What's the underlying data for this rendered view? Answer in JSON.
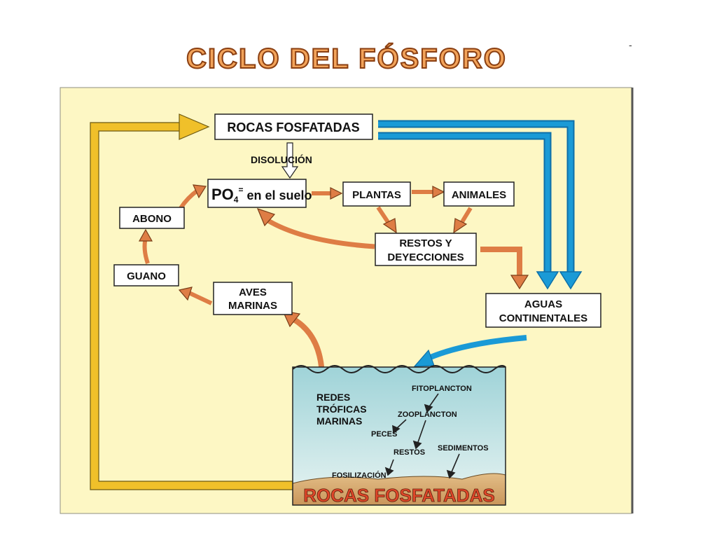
{
  "title": "CICLO DEL FÓSFORO",
  "corner_mark": "-",
  "boxes": {
    "rocas_top": "ROCAS FOSFATADAS",
    "po4_main": "PO",
    "po4_sub": "4",
    "po4_sup": "=",
    "po4_rest": " en el suelo",
    "plantas": "PLANTAS",
    "animales": "ANIMALES",
    "restos_1": "RESTOS Y",
    "restos_2": "DEYECCIONES",
    "abono": "ABONO",
    "guano": "GUANO",
    "aves_1": "AVES",
    "aves_2": "MARINAS",
    "aguas_1": "AGUAS",
    "aguas_2": "CONTINENTALES"
  },
  "labels": {
    "disolucion": "DISOLUCIÓN"
  },
  "sea": {
    "redes_1": "REDES",
    "redes_2": "TRÓFICAS",
    "redes_3": "MARINAS",
    "fitoplancton": "FITOPLANCTON",
    "zooplancton": "ZOOPLANCTON",
    "peces": "PECES",
    "restos": "RESTOS",
    "sedimentos": "SEDIMENTOS",
    "fosilizacion": "FOSILIZACIÓN",
    "rocas_bottom": "ROCAS FOSFATADAS"
  },
  "colors": {
    "panel_bg": "#fdf7c4",
    "yellow_arrow": "#f0c02a",
    "orange_arrow": "#de7d45",
    "blue_arrow": "#1a9ad6",
    "title_fill": "#f2a35a",
    "bottom_rock_text": "#e0482a"
  }
}
